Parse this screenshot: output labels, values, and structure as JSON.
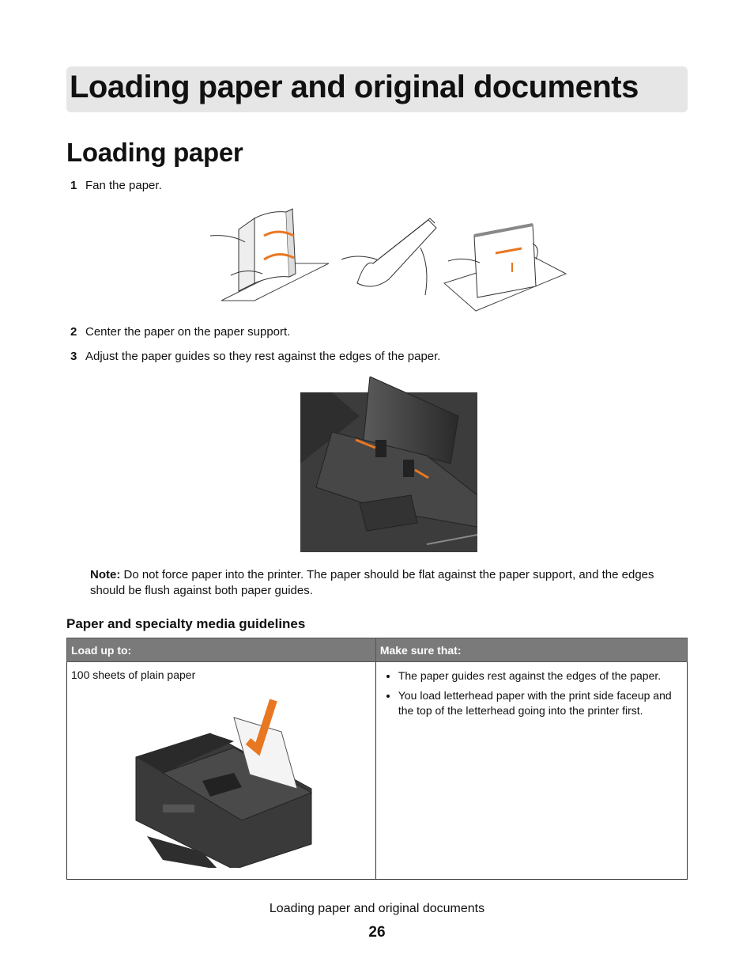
{
  "chapter_title": "Loading paper and original documents",
  "section_title": "Loading paper",
  "steps": [
    {
      "num": "1",
      "text": "Fan the paper."
    },
    {
      "num": "2",
      "text": "Center the paper on the paper support."
    },
    {
      "num": "3",
      "text": "Adjust the paper guides so they rest against the edges of the paper."
    }
  ],
  "note": {
    "label": "Note:",
    "text": "Do not force paper into the printer. The paper should be flat against the paper support, and the edges should be flush against both paper guides."
  },
  "subsection_title": "Paper and specialty media guidelines",
  "table": {
    "headers": [
      "Load up to:",
      "Make sure that:"
    ],
    "row": {
      "load": "100 sheets of plain paper",
      "checks": [
        "The paper guides rest against the edges of the paper.",
        "You load letterhead paper with the print side faceup and the top of the letterhead going into the printer first."
      ]
    }
  },
  "footer": {
    "text": "Loading paper and original documents",
    "page": "26"
  },
  "colors": {
    "accent_arrow": "#e87722",
    "chapter_bar": "#e6e6e6",
    "table_header": "#7a7a7a"
  }
}
